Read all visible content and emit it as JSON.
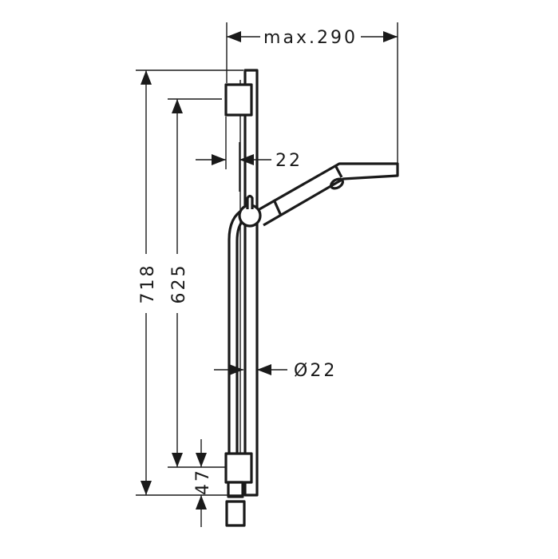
{
  "title": "Shower rail set dimension drawing",
  "dimensions": {
    "max_projection": "max.290",
    "rail_offset": "22",
    "overall_height": "718",
    "bracket_spacing": "625",
    "rail_diameter": "Ø22",
    "bottom_offset": "47"
  },
  "colors": {
    "line": "#1a1a1a",
    "background": "#ffffff"
  }
}
